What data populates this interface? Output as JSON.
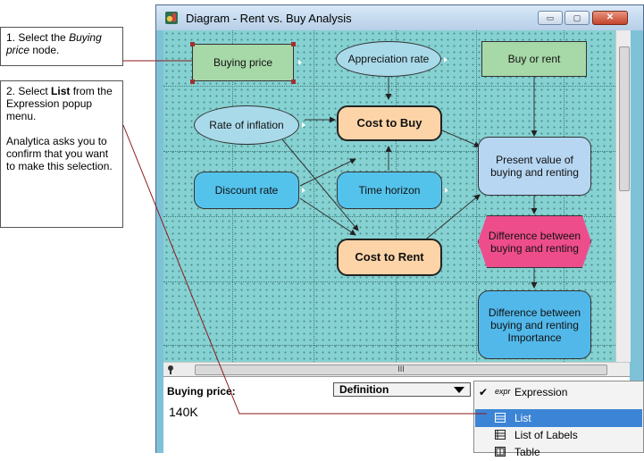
{
  "callouts": [
    {
      "number": "1.",
      "text_before": "Select the ",
      "emph": "Buying price",
      "text_after": " node."
    },
    {
      "number": "2.",
      "text_before": "Select ",
      "strong": "List",
      "text_after": " from the Expression popup menu.",
      "paragraph2": "Analytica asks you to confirm that you want to make this selection."
    }
  ],
  "window": {
    "title": "Diagram - Rent vs. Buy Analysis",
    "controls": {
      "minimize": "▭",
      "maximize": "▢",
      "close": "✕"
    }
  },
  "nodes": {
    "buying_price": "Buying price",
    "appreciation_rate": "Appreciation rate",
    "buy_or_rent": "Buy or rent",
    "rate_of_inflation": "Rate of inflation",
    "cost_to_buy": "Cost to Buy",
    "present_value": "Present value of buying and renting",
    "discount_rate": "Discount rate",
    "time_horizon": "Time horizon",
    "difference": "Difference between buying and renting",
    "cost_to_rent": "Cost to Rent",
    "difference_importance": "Difference between buying and renting Importance"
  },
  "attribute_panel": {
    "label": "Buying price:",
    "attribute_select": "Definition",
    "value": "140K",
    "scroll_thumb_grip": "III"
  },
  "popup_menu": {
    "items": [
      {
        "label": "Expression",
        "checked": true,
        "icon": "expr-icon",
        "icon_text": "expr"
      },
      {
        "label": "List",
        "selected": true,
        "icon": "list-icon"
      },
      {
        "label": "List of Labels",
        "icon": "list-of-labels-icon"
      },
      {
        "label": "Table",
        "icon": "table-icon"
      }
    ]
  },
  "colors": {
    "canvas": "#86d1d1",
    "decision": "#a7d8a7",
    "chance": "#a9daea",
    "objective": "#fcd4a8",
    "variable": "#54c3ec",
    "index": "#ee4d8c",
    "menu_selection": "#3c85d6"
  }
}
